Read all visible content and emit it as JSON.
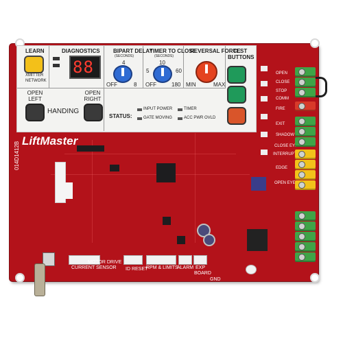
{
  "panel": {
    "learn": "LEARN",
    "xmitter": "XMITTER",
    "network": "NETWORK",
    "diagnostics": "DIAGNOSTICS",
    "display_value": "88",
    "bipart_delay": "BIPART DELAY",
    "bipart_unit": "(SECONDS)",
    "bipart_top": "4",
    "bipart_off": "OFF",
    "bipart_max": "8",
    "timer_to_close": "TIMER TO CLOSE",
    "timer_unit": "(SECONDS)",
    "timer_top": "10",
    "timer_left": "5",
    "timer_right": "60",
    "timer_off": "OFF",
    "timer_max": "180",
    "reversal_force": "REVERSAL FORCE",
    "reversal_min": "MIN",
    "reversal_max": "MAX",
    "test_buttons": "TEST BUTTONS",
    "open_left": "OPEN LEFT",
    "open_right": "OPEN RIGHT",
    "handing": "HANDING",
    "status": "STATUS:",
    "input_power": "INPUT POWER",
    "timer": "TIMER",
    "gate_moving": "GATE MOVING",
    "acc_pwr_ovld": "ACC PWR OVLD"
  },
  "board": {
    "brand": "LiftMaster",
    "part_number": "014D1412B",
    "current_sensor": "CURRENT SENSOR",
    "motor_drive": "MOTOR DRIVE",
    "id_reset": "ID RESET",
    "rpm_limits": "RPM & LIMITS",
    "alarm": "ALARM",
    "exp": "EXP",
    "board": "BOARD",
    "gnd": "GND"
  },
  "terminals": {
    "open": "OPEN",
    "close": "CLOSE",
    "stop": "STOP",
    "comm": "COMM",
    "fire": "FIRE",
    "exit": "EXIT",
    "shadow": "SHADOW",
    "close_eyes": "CLOSE EYES",
    "interrupt": "INTERRUPT",
    "edge": "EDGE",
    "open_eyes": "OPEN EYES"
  },
  "colors": {
    "board": "#b3121a",
    "green_terminal": "#3fa447",
    "yellow_terminal": "#f2c21a",
    "red_terminal": "#d83a2a",
    "learn_button": "#f3c019",
    "test_open": "#1f9a5a",
    "test_stop": "#d9552a",
    "dial": "#2f6bd3",
    "force_dial": "#e4431f"
  }
}
